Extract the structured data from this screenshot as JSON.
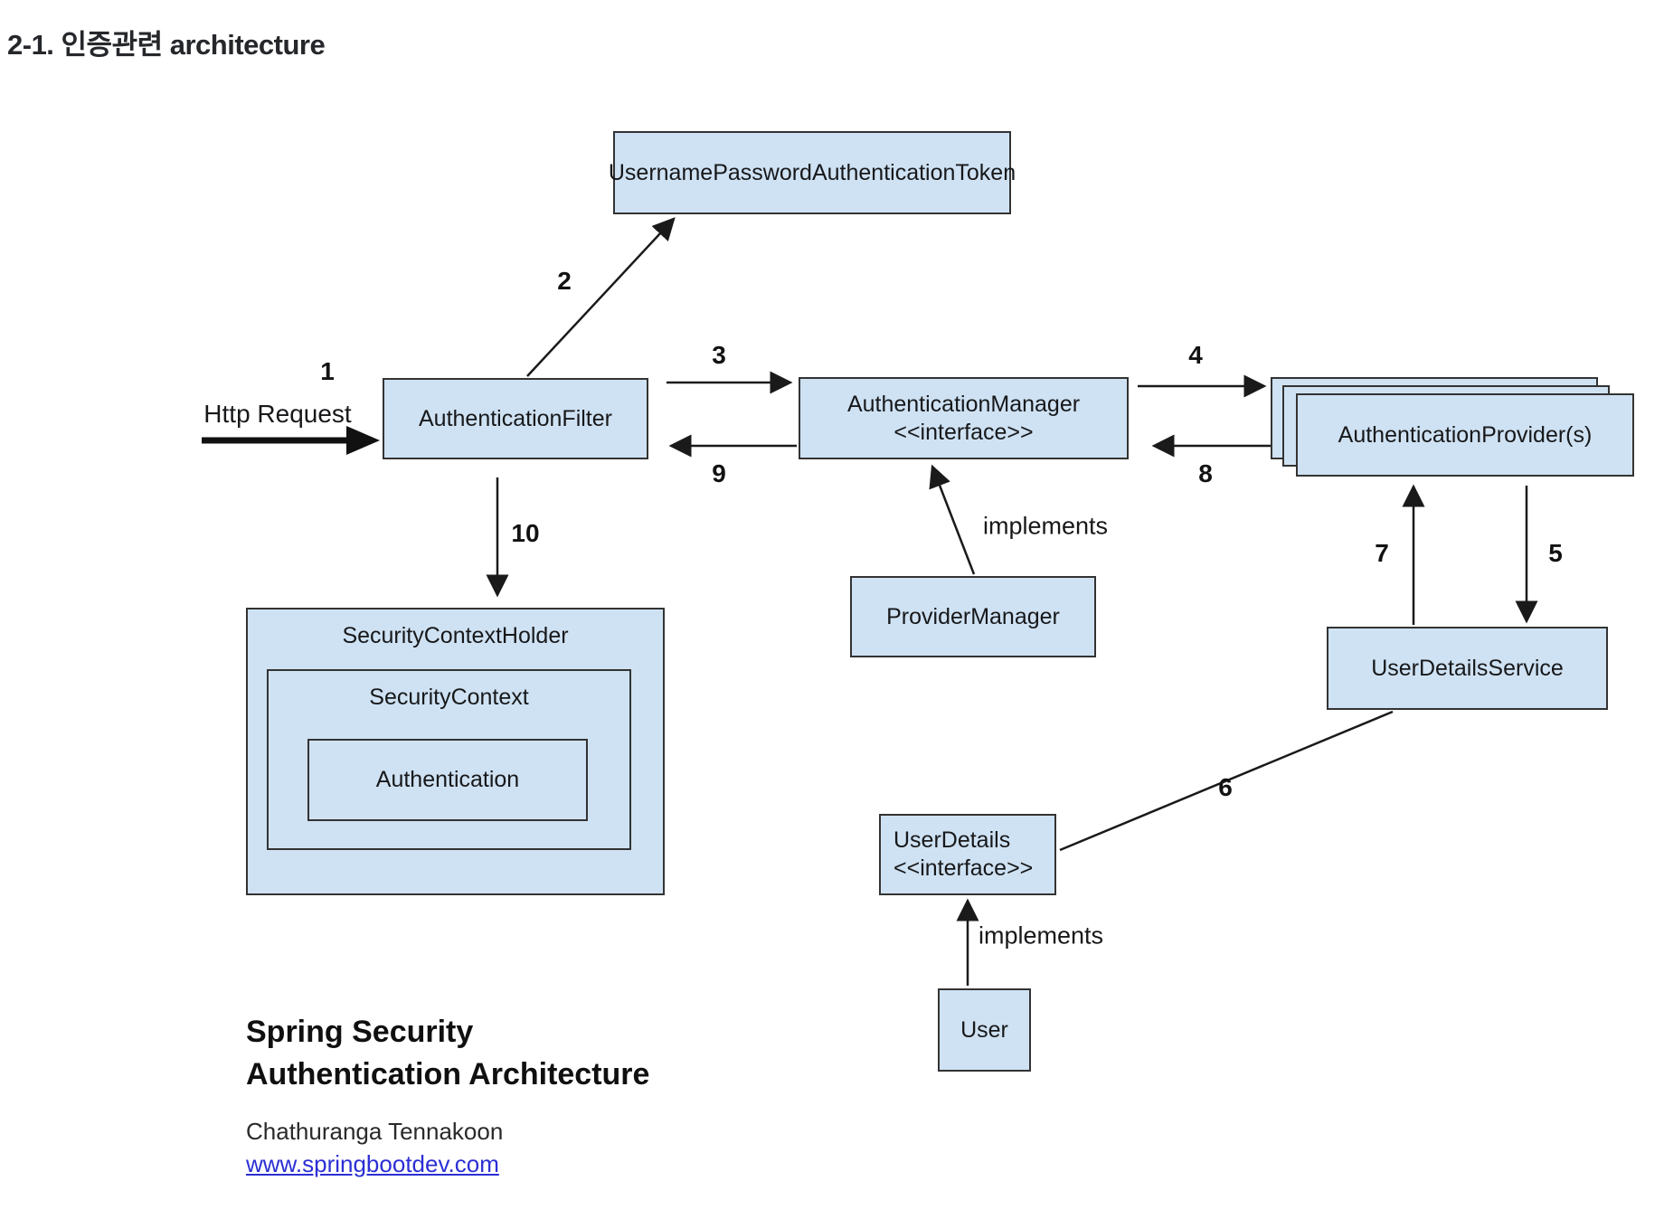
{
  "page": {
    "title": "2-1. 인증관련 architecture"
  },
  "diagram": {
    "nodes": {
      "token": {
        "label": "UsernamePasswordAuthenticationToken"
      },
      "filter": {
        "label": "AuthenticationFilter"
      },
      "manager": {
        "label": "AuthenticationManager",
        "stereotype": "<<interface>>"
      },
      "provider": {
        "label": "AuthenticationProvider(s)"
      },
      "provider_manager": {
        "label": "ProviderManager"
      },
      "user_details_service": {
        "label": "UserDetailsService"
      },
      "user_details": {
        "label": "UserDetails",
        "stereotype": "<<interface>>"
      },
      "user": {
        "label": "User"
      },
      "security_context_holder": {
        "label": "SecurityContextHolder"
      },
      "security_context": {
        "label": "SecurityContext"
      },
      "authentication": {
        "label": "Authentication"
      }
    },
    "edge_labels": {
      "n1": "1",
      "n2": "2",
      "n3": "3",
      "n4": "4",
      "n5": "5",
      "n6": "6",
      "n7": "7",
      "n8": "8",
      "n9": "9",
      "n10": "10",
      "http_request": "Http Request",
      "implements_top": "implements",
      "implements_bottom": "implements"
    },
    "colors": {
      "node_fill": "#cfe2f3",
      "node_border": "#333333",
      "arrow": "#1a1a1a",
      "link_blue": "#2b2fd4"
    }
  },
  "footer": {
    "title_line1": "Spring Security",
    "title_line2": "Authentication Architecture",
    "author": "Chathuranga Tennakoon",
    "link": "www.springbootdev.com"
  }
}
